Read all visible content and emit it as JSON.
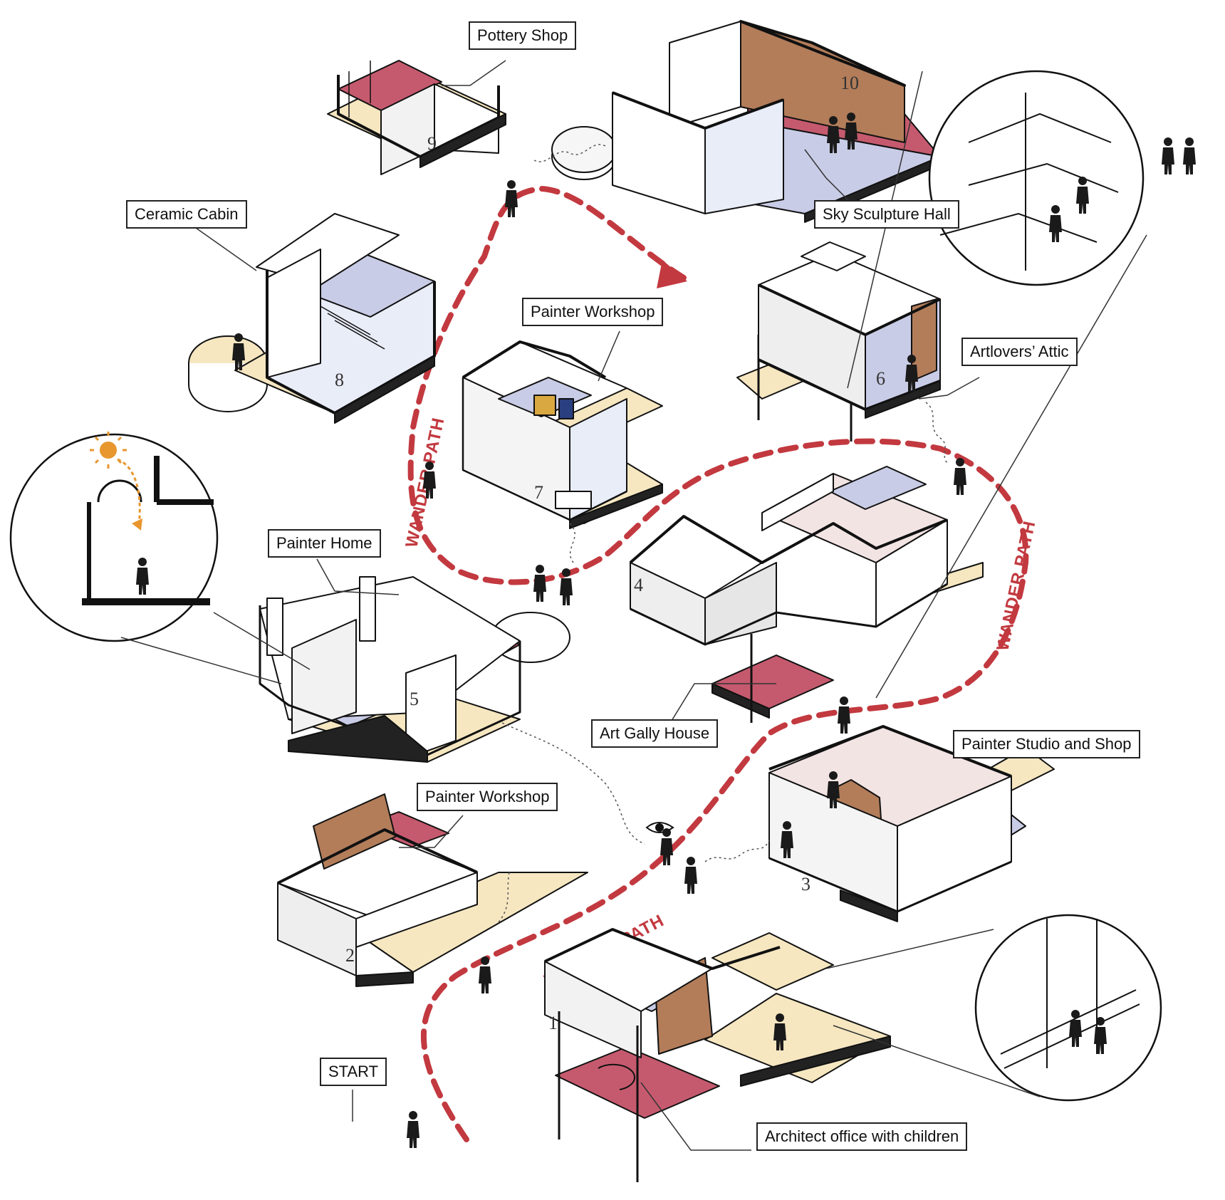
{
  "labels": {
    "pottery_shop": "Pottery Shop",
    "sky_sculpture_hall": "Sky Sculpture Hall",
    "ceramic_cabin": "Ceramic Cabin",
    "painter_workshop_top": "Painter Workshop",
    "artlovers_attic": "Artlovers’ Attic",
    "painter_home": "Painter Home",
    "art_gally_house": "Art Gally House",
    "painter_studio_shop": "Painter Studio and Shop",
    "painter_workshop_bottom": "Painter Workshop",
    "start": "START",
    "architect_office": "Architect office with children"
  },
  "path_text": "WANDER PATH",
  "units": [
    "1",
    "2",
    "3",
    "4",
    "5",
    "6",
    "7",
    "8",
    "9",
    "10"
  ],
  "colors": {
    "path": "#c2393f",
    "floor_red": "#c55a6e",
    "floor_blue": "#c9cce6",
    "floor_cream": "#f6e7c1",
    "wall_wood": "#b37d5a",
    "wall_pink": "#f3e4e4",
    "outline": "#111111",
    "sun": "#e8962e"
  }
}
